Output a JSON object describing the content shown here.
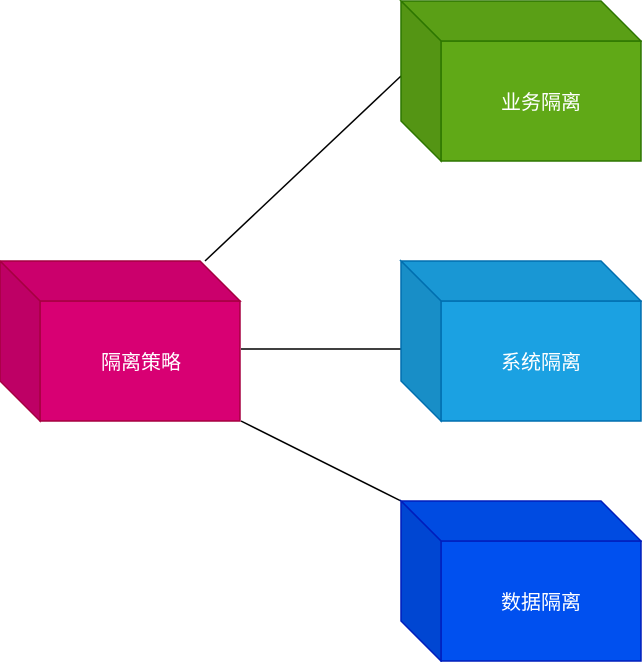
{
  "nodes": {
    "root": {
      "label": "隔离策略",
      "fill": "#d80073",
      "stroke": "#a50040"
    },
    "business": {
      "label": "业务隔离",
      "fill": "#60a917",
      "stroke": "#2d7600"
    },
    "system": {
      "label": "系统隔离",
      "fill": "#1ba1e2",
      "stroke": "#006eaf"
    },
    "data": {
      "label": "数据隔离",
      "fill": "#0050ef",
      "stroke": "#001dbc"
    }
  },
  "edges": [
    {
      "from": "root",
      "to": "business"
    },
    {
      "from": "root",
      "to": "system"
    },
    {
      "from": "root",
      "to": "data"
    }
  ]
}
